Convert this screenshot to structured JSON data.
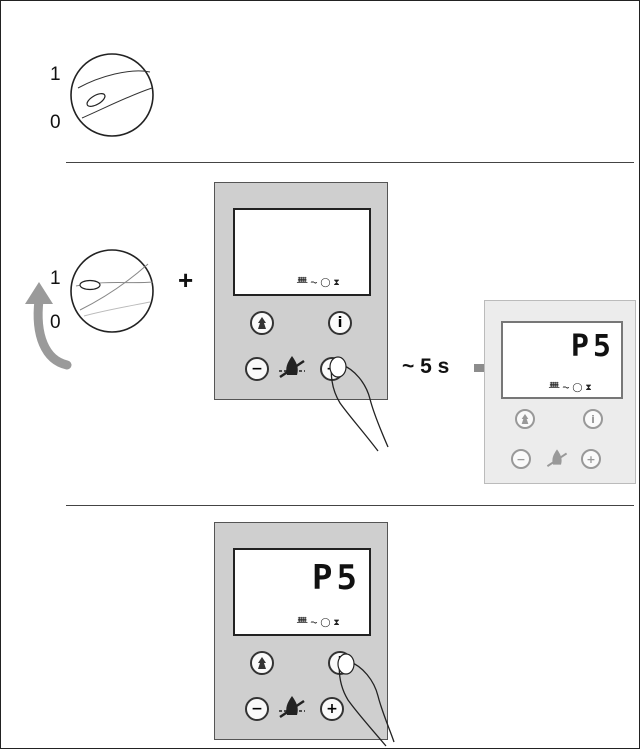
{
  "section1": {
    "label_on": "1",
    "label_off": "0"
  },
  "section2": {
    "label_on": "1",
    "label_off": "0",
    "plus_sign": "+",
    "duration_label": "~ 5 s",
    "result_display": "P5"
  },
  "section3": {
    "display": "P5"
  },
  "panel": {
    "icons": "ᚙ ⏦   ◯ ⧗",
    "buttons": {
      "mode": "mode-icon",
      "info": "i",
      "minus": "−",
      "plus": "+",
      "center": "no-flame-icon"
    }
  }
}
